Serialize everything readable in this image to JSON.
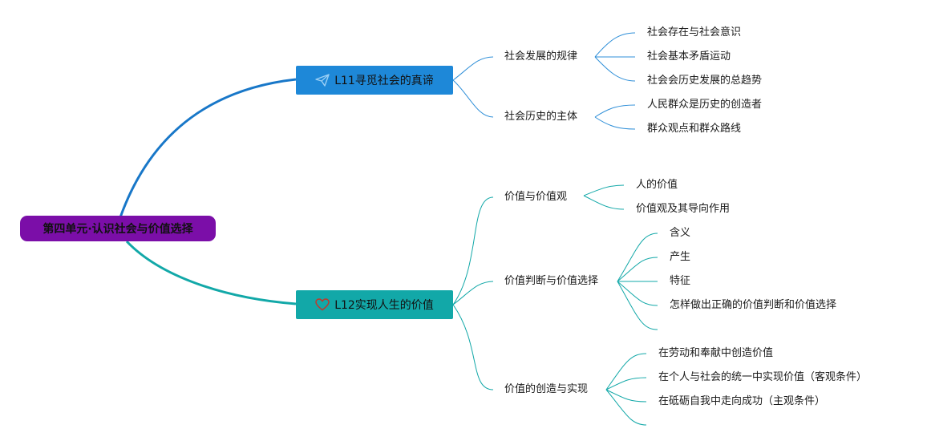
{
  "root": {
    "label": "第四单元·认识社会与价值选择"
  },
  "lesson1": {
    "label": "L11寻觅社会的真谛",
    "icon": "paper-plane-icon",
    "color": "#1e88d8",
    "topics": [
      {
        "label": "社会发展的规律",
        "items": [
          "社会存在与社会意识",
          "社会基本矛盾运动",
          "社会会历史发展的总趋势"
        ]
      },
      {
        "label": "社会历史的主体",
        "items": [
          "人民群众是历史的创造者",
          "群众观点和群众路线"
        ]
      }
    ]
  },
  "lesson2": {
    "label": "L12实现人生的价值",
    "icon": "heart-icon",
    "color": "#12a8a8",
    "topics": [
      {
        "label": "价值与价值观",
        "items": [
          "人的价值",
          "价值观及其导向作用"
        ]
      },
      {
        "label": "价值判断与价值选择",
        "items": [
          "含义",
          "产生",
          "特征",
          "怎样做出正确的价值判断和价值选择"
        ]
      },
      {
        "label": "价值的创造与实现",
        "items": [
          "在劳动和奉献中创造价值",
          "在个人与社会的统一中实现价值（客观条件）",
          "在砥砺自我中走向成功（主观条件）"
        ]
      }
    ]
  },
  "root_color": "#7b0ea8"
}
